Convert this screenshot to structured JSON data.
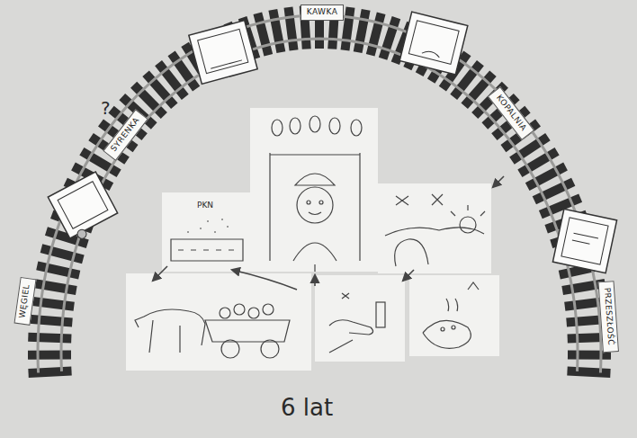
{
  "diagram": {
    "nodes": [
      {
        "text": [
          "WĘGIEL"
        ]
      },
      {
        "text": [
          "SYRENKA"
        ]
      },
      {
        "text": [
          "KAWKA"
        ]
      },
      {
        "text": [
          "KOPALNIA"
        ]
      },
      {
        "text": [
          "PRZESZŁOŚĆ"
        ]
      }
    ],
    "labels": [
      "?",
      "PKN",
      "6 lat"
    ]
  }
}
